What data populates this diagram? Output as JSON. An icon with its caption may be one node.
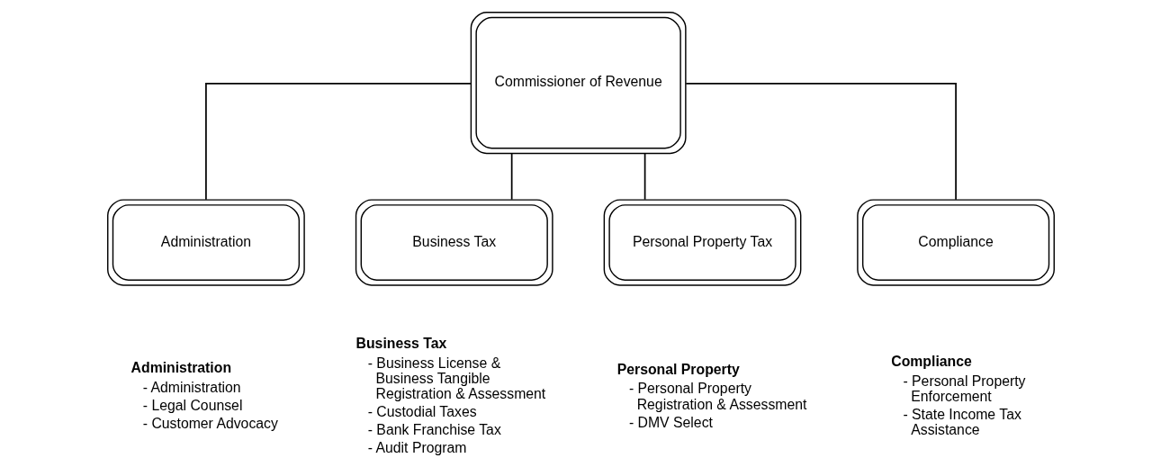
{
  "diagram": {
    "nodes": [
      {
        "text": [
          "Commissioner of Revenue"
        ]
      },
      {
        "text": [
          "Administration"
        ],
        "beside": [
          "Administration",
          "- Administration",
          "- Legal Counsel",
          "- Customer Advocacy"
        ]
      },
      {
        "text": [
          "Business Tax"
        ],
        "beside": [
          "Business Tax",
          "- Business License & Business Tangible Registration & Assessment",
          "- Custodial Taxes",
          "- Bank Franchise Tax",
          "- Audit Program"
        ]
      },
      {
        "text": [
          "Personal Property Tax"
        ],
        "beside": [
          "Personal Property",
          "- Personal Property Registration & Assessment",
          "- DMV Select"
        ]
      },
      {
        "text": [
          "Compliance"
        ],
        "beside": [
          "Compliance",
          "- Personal Property Enforcement",
          "- State Income Tax Assistance"
        ]
      }
    ],
    "edges": [
      {
        "from": 0,
        "to": 1,
        "arrow": "none"
      },
      {
        "from": 0,
        "to": 2,
        "arrow": "none"
      },
      {
        "from": 0,
        "to": 3,
        "arrow": "none"
      },
      {
        "from": 0,
        "to": 4,
        "arrow": "none"
      }
    ]
  }
}
